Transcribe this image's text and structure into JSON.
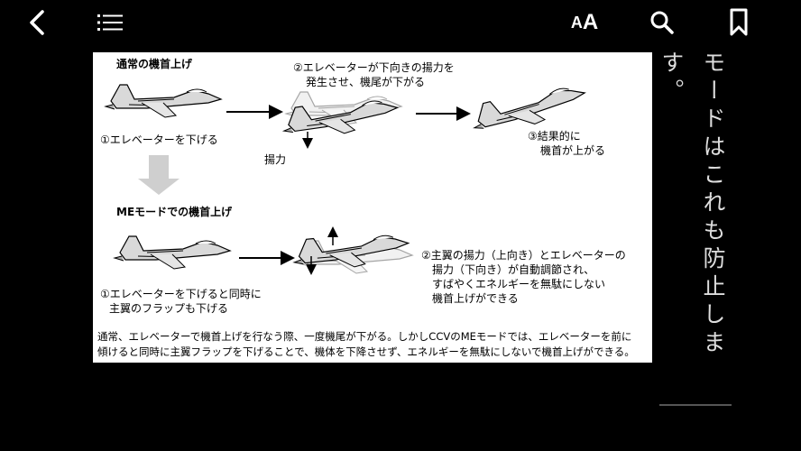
{
  "toolbar": {
    "back_icon": "chevron-left-icon",
    "toc_icon": "list-icon",
    "font_small": "A",
    "font_large": "A",
    "search_icon": "search-icon",
    "bookmark_icon": "bookmark-icon"
  },
  "figure": {
    "heading_normal": "通常の機首上げ",
    "step_elevator_down": "①エレベーターを下げる",
    "step2_line1": "②エレベーターが下向きの揚力を",
    "step2_line2": "発生させ、機尾が下がる",
    "lift_label": "揚力",
    "step3_line1": "③結果的に",
    "step3_line2": "機首が上がる",
    "heading_me": "MEモードでの機首上げ",
    "me_step1_line1": "①エレベーターを下げると同時に",
    "me_step1_line2": "主翼のフラップも下げる",
    "me_step2_line1": "②主翼の揚力（上向き）とエレベーターの",
    "me_step2_line2": "揚力（下向き）が自動調節され、",
    "me_step2_line3": "すばやくエネルギーを無駄にしない",
    "me_step2_line4": "機首上げができる",
    "caption_line1": "通常、エレベーターで機首上げを行なう際、一度機尾が下がる。しかしCCVのMEモードでは、エレベーターを前に",
    "caption_line2": "傾けると同時に主翼フラップを下げることで、機体を下降させず、エネルギーを無駄にしないで機首上げができる。"
  },
  "body_text": {
    "column1": "モードはこれも防止しま",
    "column2": "す。"
  }
}
